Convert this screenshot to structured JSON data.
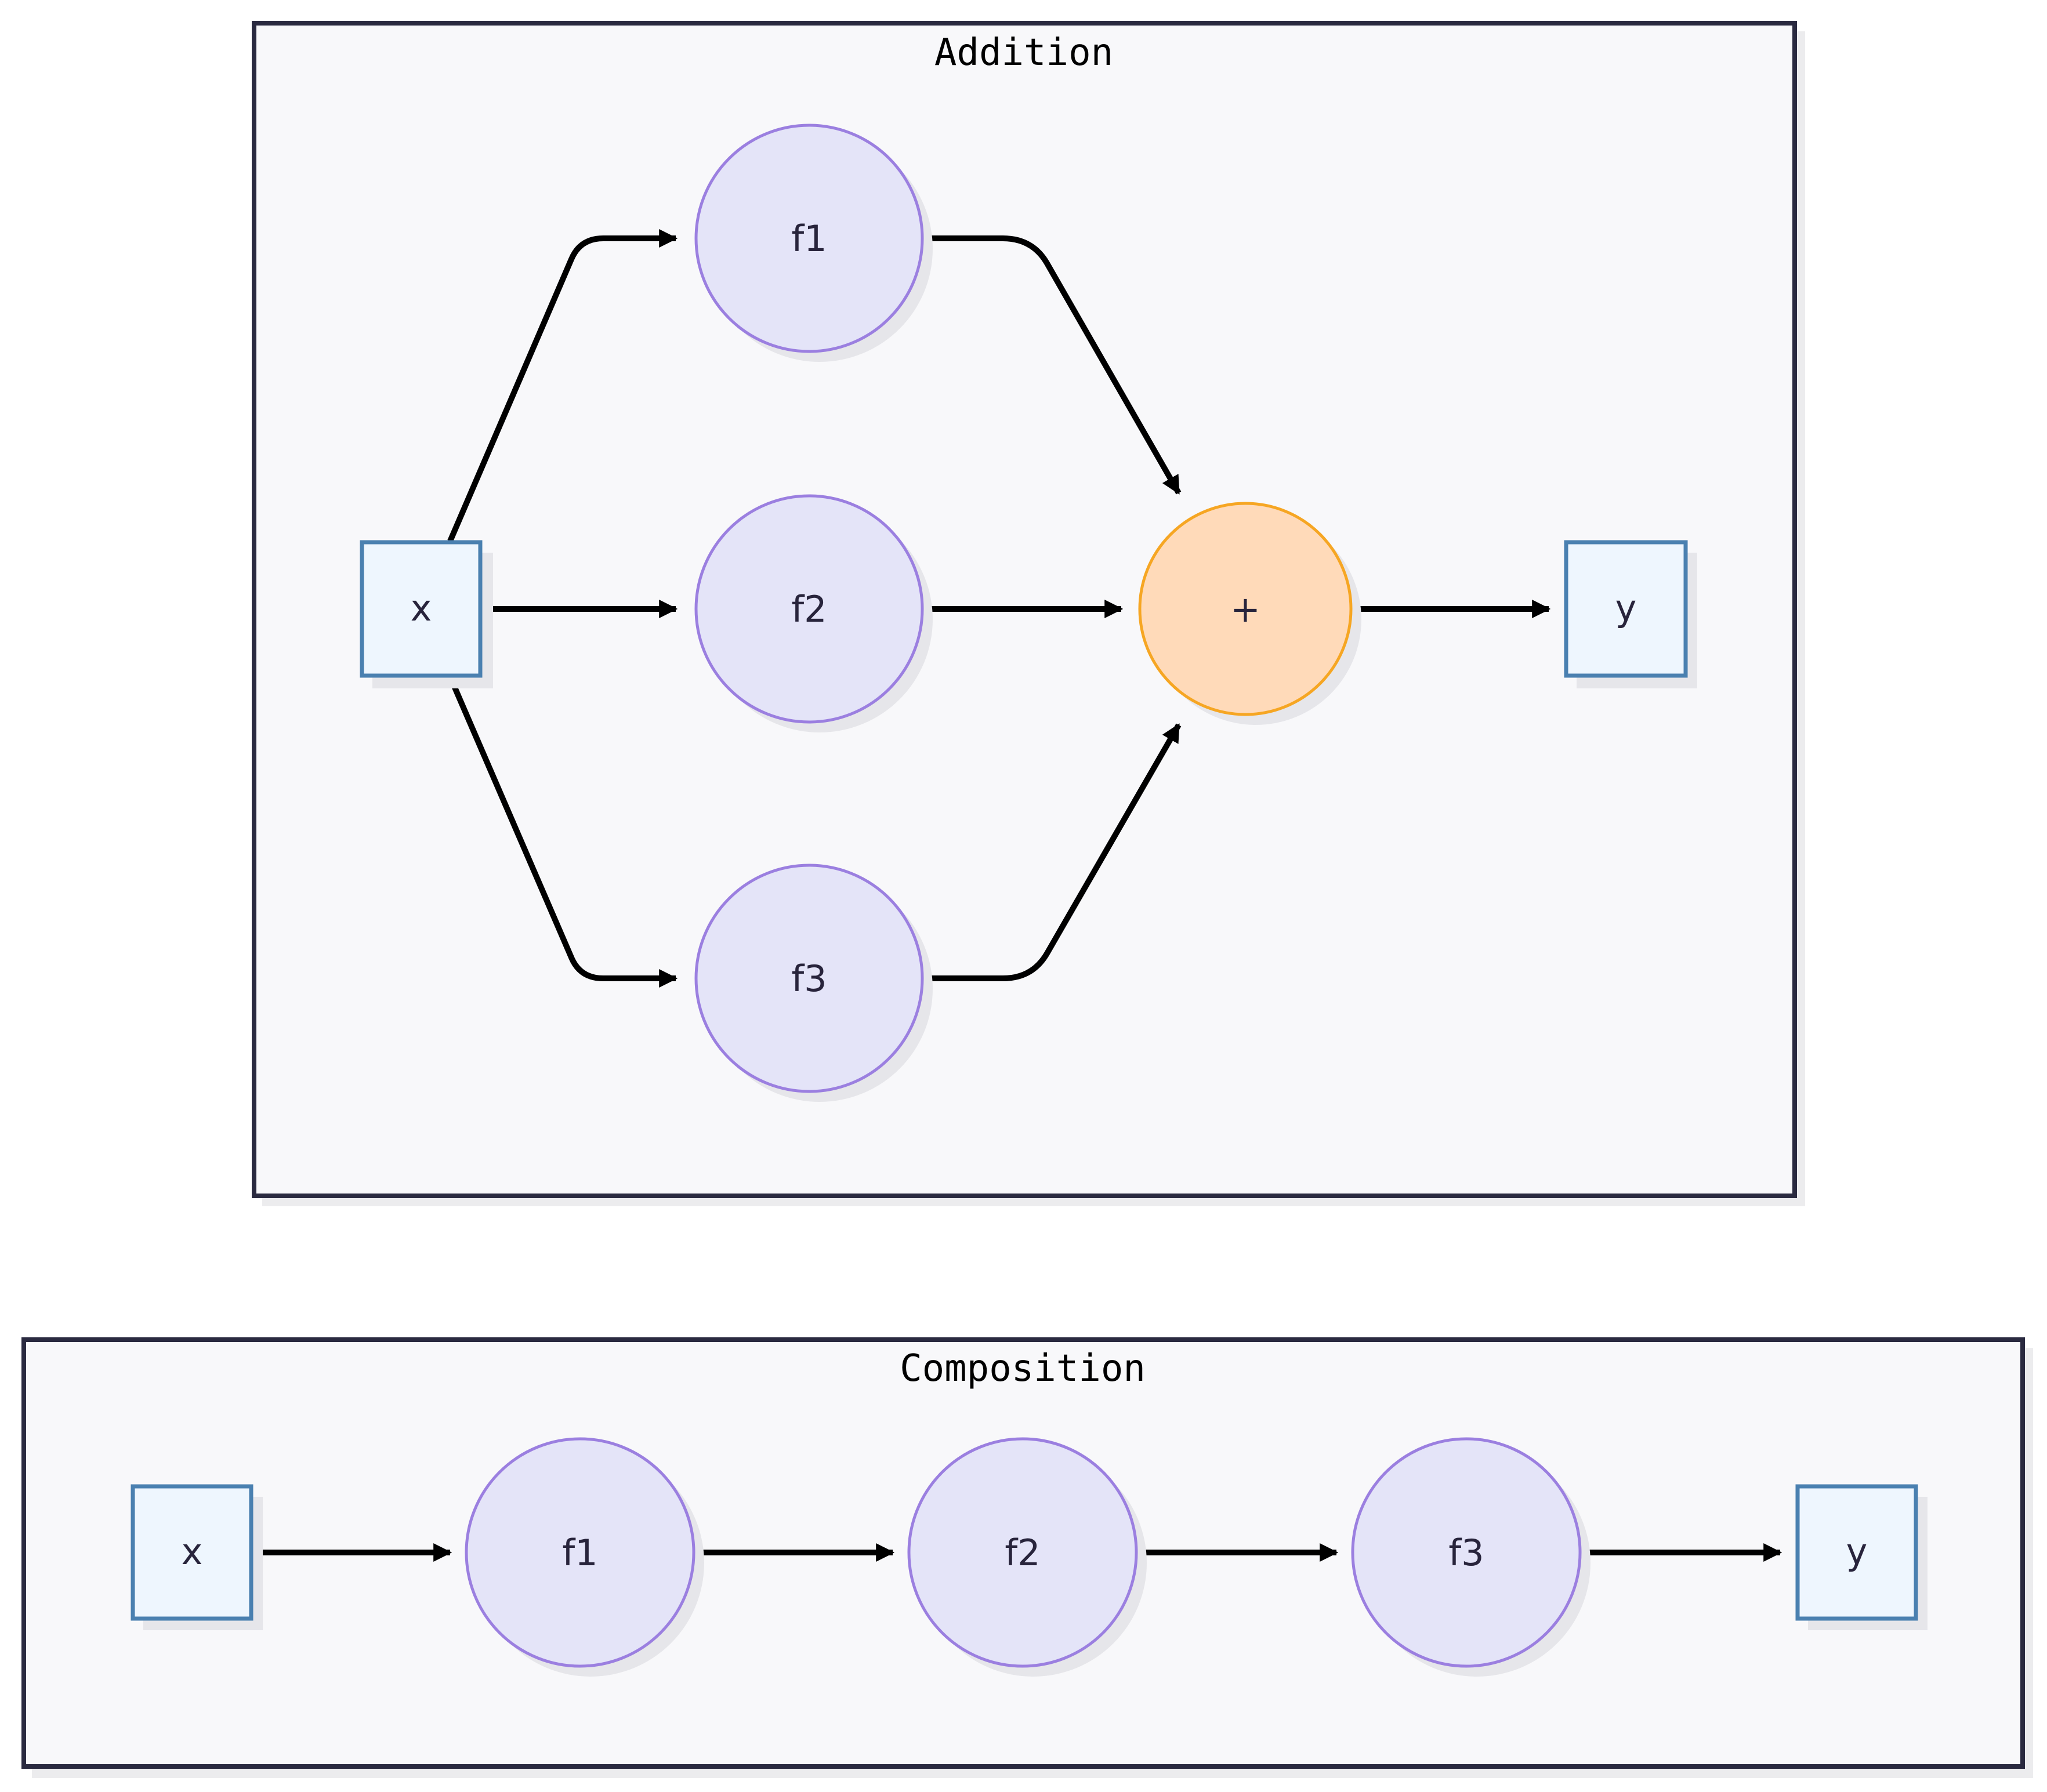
{
  "diagrams": [
    {
      "id": "addition",
      "title": "Addition",
      "nodes": {
        "x": {
          "label": "x",
          "kind": "io"
        },
        "f1": {
          "label": "f1",
          "kind": "function"
        },
        "f2": {
          "label": "f2",
          "kind": "function"
        },
        "f3": {
          "label": "f3",
          "kind": "function"
        },
        "plus": {
          "label": "+",
          "kind": "operator"
        },
        "y": {
          "label": "y",
          "kind": "io"
        }
      },
      "edges": [
        {
          "from": "x",
          "to": "f1"
        },
        {
          "from": "x",
          "to": "f2"
        },
        {
          "from": "x",
          "to": "f3"
        },
        {
          "from": "f1",
          "to": "plus"
        },
        {
          "from": "f2",
          "to": "plus"
        },
        {
          "from": "f3",
          "to": "plus"
        },
        {
          "from": "plus",
          "to": "y"
        }
      ]
    },
    {
      "id": "composition",
      "title": "Composition",
      "nodes": {
        "x": {
          "label": "x",
          "kind": "io"
        },
        "f1": {
          "label": "f1",
          "kind": "function"
        },
        "f2": {
          "label": "f2",
          "kind": "function"
        },
        "f3": {
          "label": "f3",
          "kind": "function"
        },
        "y": {
          "label": "y",
          "kind": "io"
        }
      },
      "edges": [
        {
          "from": "x",
          "to": "f1"
        },
        {
          "from": "f1",
          "to": "f2"
        },
        {
          "from": "f2",
          "to": "f3"
        },
        {
          "from": "f3",
          "to": "y"
        }
      ]
    }
  ],
  "colors": {
    "frame_border": "#2a2a40",
    "frame_fill": "#f8f8fa",
    "io_fill": "#eef6fe",
    "io_stroke": "#4a80b0",
    "function_fill": "#e4e4f8",
    "function_stroke": "#9b7fe0",
    "operator_fill": "#ffdab9",
    "operator_stroke": "#f6a623",
    "edge": "#000000"
  }
}
